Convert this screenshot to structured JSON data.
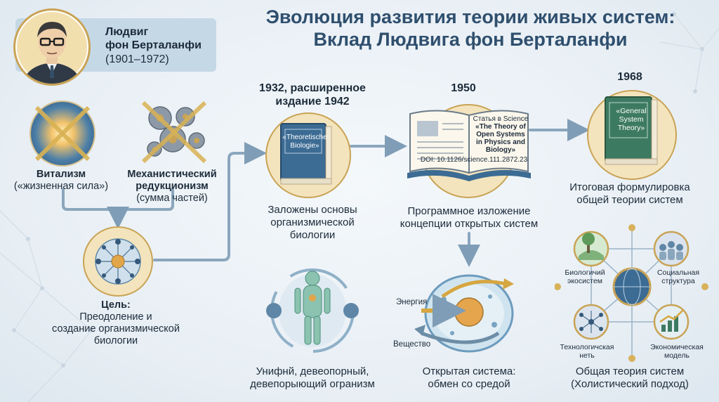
{
  "title": {
    "line1": "Эволюция развития теории живых систем:",
    "line2": "Вклад Людвига фон Берталанфи"
  },
  "header": {
    "name_line1": "Людвиг",
    "name_line2": "фон Берталанфи",
    "years": "(1901–1972)"
  },
  "precursors": {
    "vitalism_title": "Витализм",
    "vitalism_sub": "(«жизненная сила»)",
    "mech_title1": "Механистический",
    "mech_title2": "редукционизм",
    "mech_sub": "(сумма частей)"
  },
  "goal": {
    "title": "Цель:",
    "line1": "Преодоление и",
    "line2": "создание организмической",
    "line3": "биологии"
  },
  "stage1": {
    "year1": "1932, расширенное",
    "year2": "издание 1942",
    "book_title1": "«Theoretische",
    "book_title2": "Biologie»",
    "desc1": "Заложены основы",
    "desc2": "организмической",
    "desc3": "биологии",
    "bottom1": "Унифнй, девеопорный,",
    "bottom2": "девепорыющий огранизм"
  },
  "stage2": {
    "year": "1950",
    "article_label": "Статья в Science",
    "article_title1": "«The Theory of",
    "article_title2": "Open Systems",
    "article_title3": "in Physics and",
    "article_title4": "Biology»",
    "doi": "DOI: 10.1126/science.111.2872.23",
    "desc1": "Программное изложение",
    "desc2": "концепции открытых систем",
    "energy": "Энергия",
    "matter": "Вещество",
    "bottom1": "Открытая система:",
    "bottom2": "обмен со средой"
  },
  "stage3": {
    "year": "1968",
    "book_title1": "«General",
    "book_title2": "System",
    "book_title3": "Theory»",
    "desc1": "Итоговая формулировка",
    "desc2": "общей теории систем",
    "node_bio1": "Биологичий",
    "node_bio2": "экосистем",
    "node_soc1": "Социальная",
    "node_soc2": "структура",
    "node_tech1": "Технологичская",
    "node_tech2": "неть",
    "node_econ1": "Экономическая",
    "node_econ2": "модель",
    "bottom1": "Общая теория систем",
    "bottom2": "(Холистический подход)"
  },
  "colors": {
    "title": "#2f4f6e",
    "arrow": "#7f9db6",
    "gold": "#c9a355",
    "book_blue": "#3c6b93",
    "book_green": "#3d7a62"
  }
}
